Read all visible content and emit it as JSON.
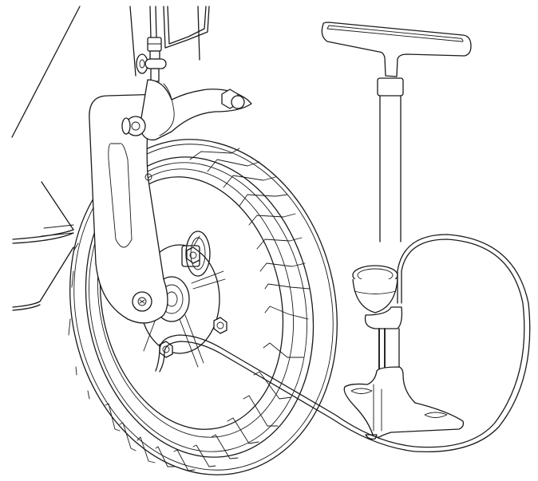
{
  "illustration": {
    "subject": "Inflating scooter front tire with floor pump",
    "style": "black line art on white",
    "colors": {
      "line": "#1a1a1a",
      "background": "#ffffff"
    },
    "components": [
      "scooter-front-fork",
      "brake-caliper",
      "front-wheel",
      "treaded-tire",
      "wheel-hub",
      "floor-pump",
      "pump-t-handle",
      "pump-gauge",
      "pump-hose",
      "pump-foot-base"
    ]
  }
}
